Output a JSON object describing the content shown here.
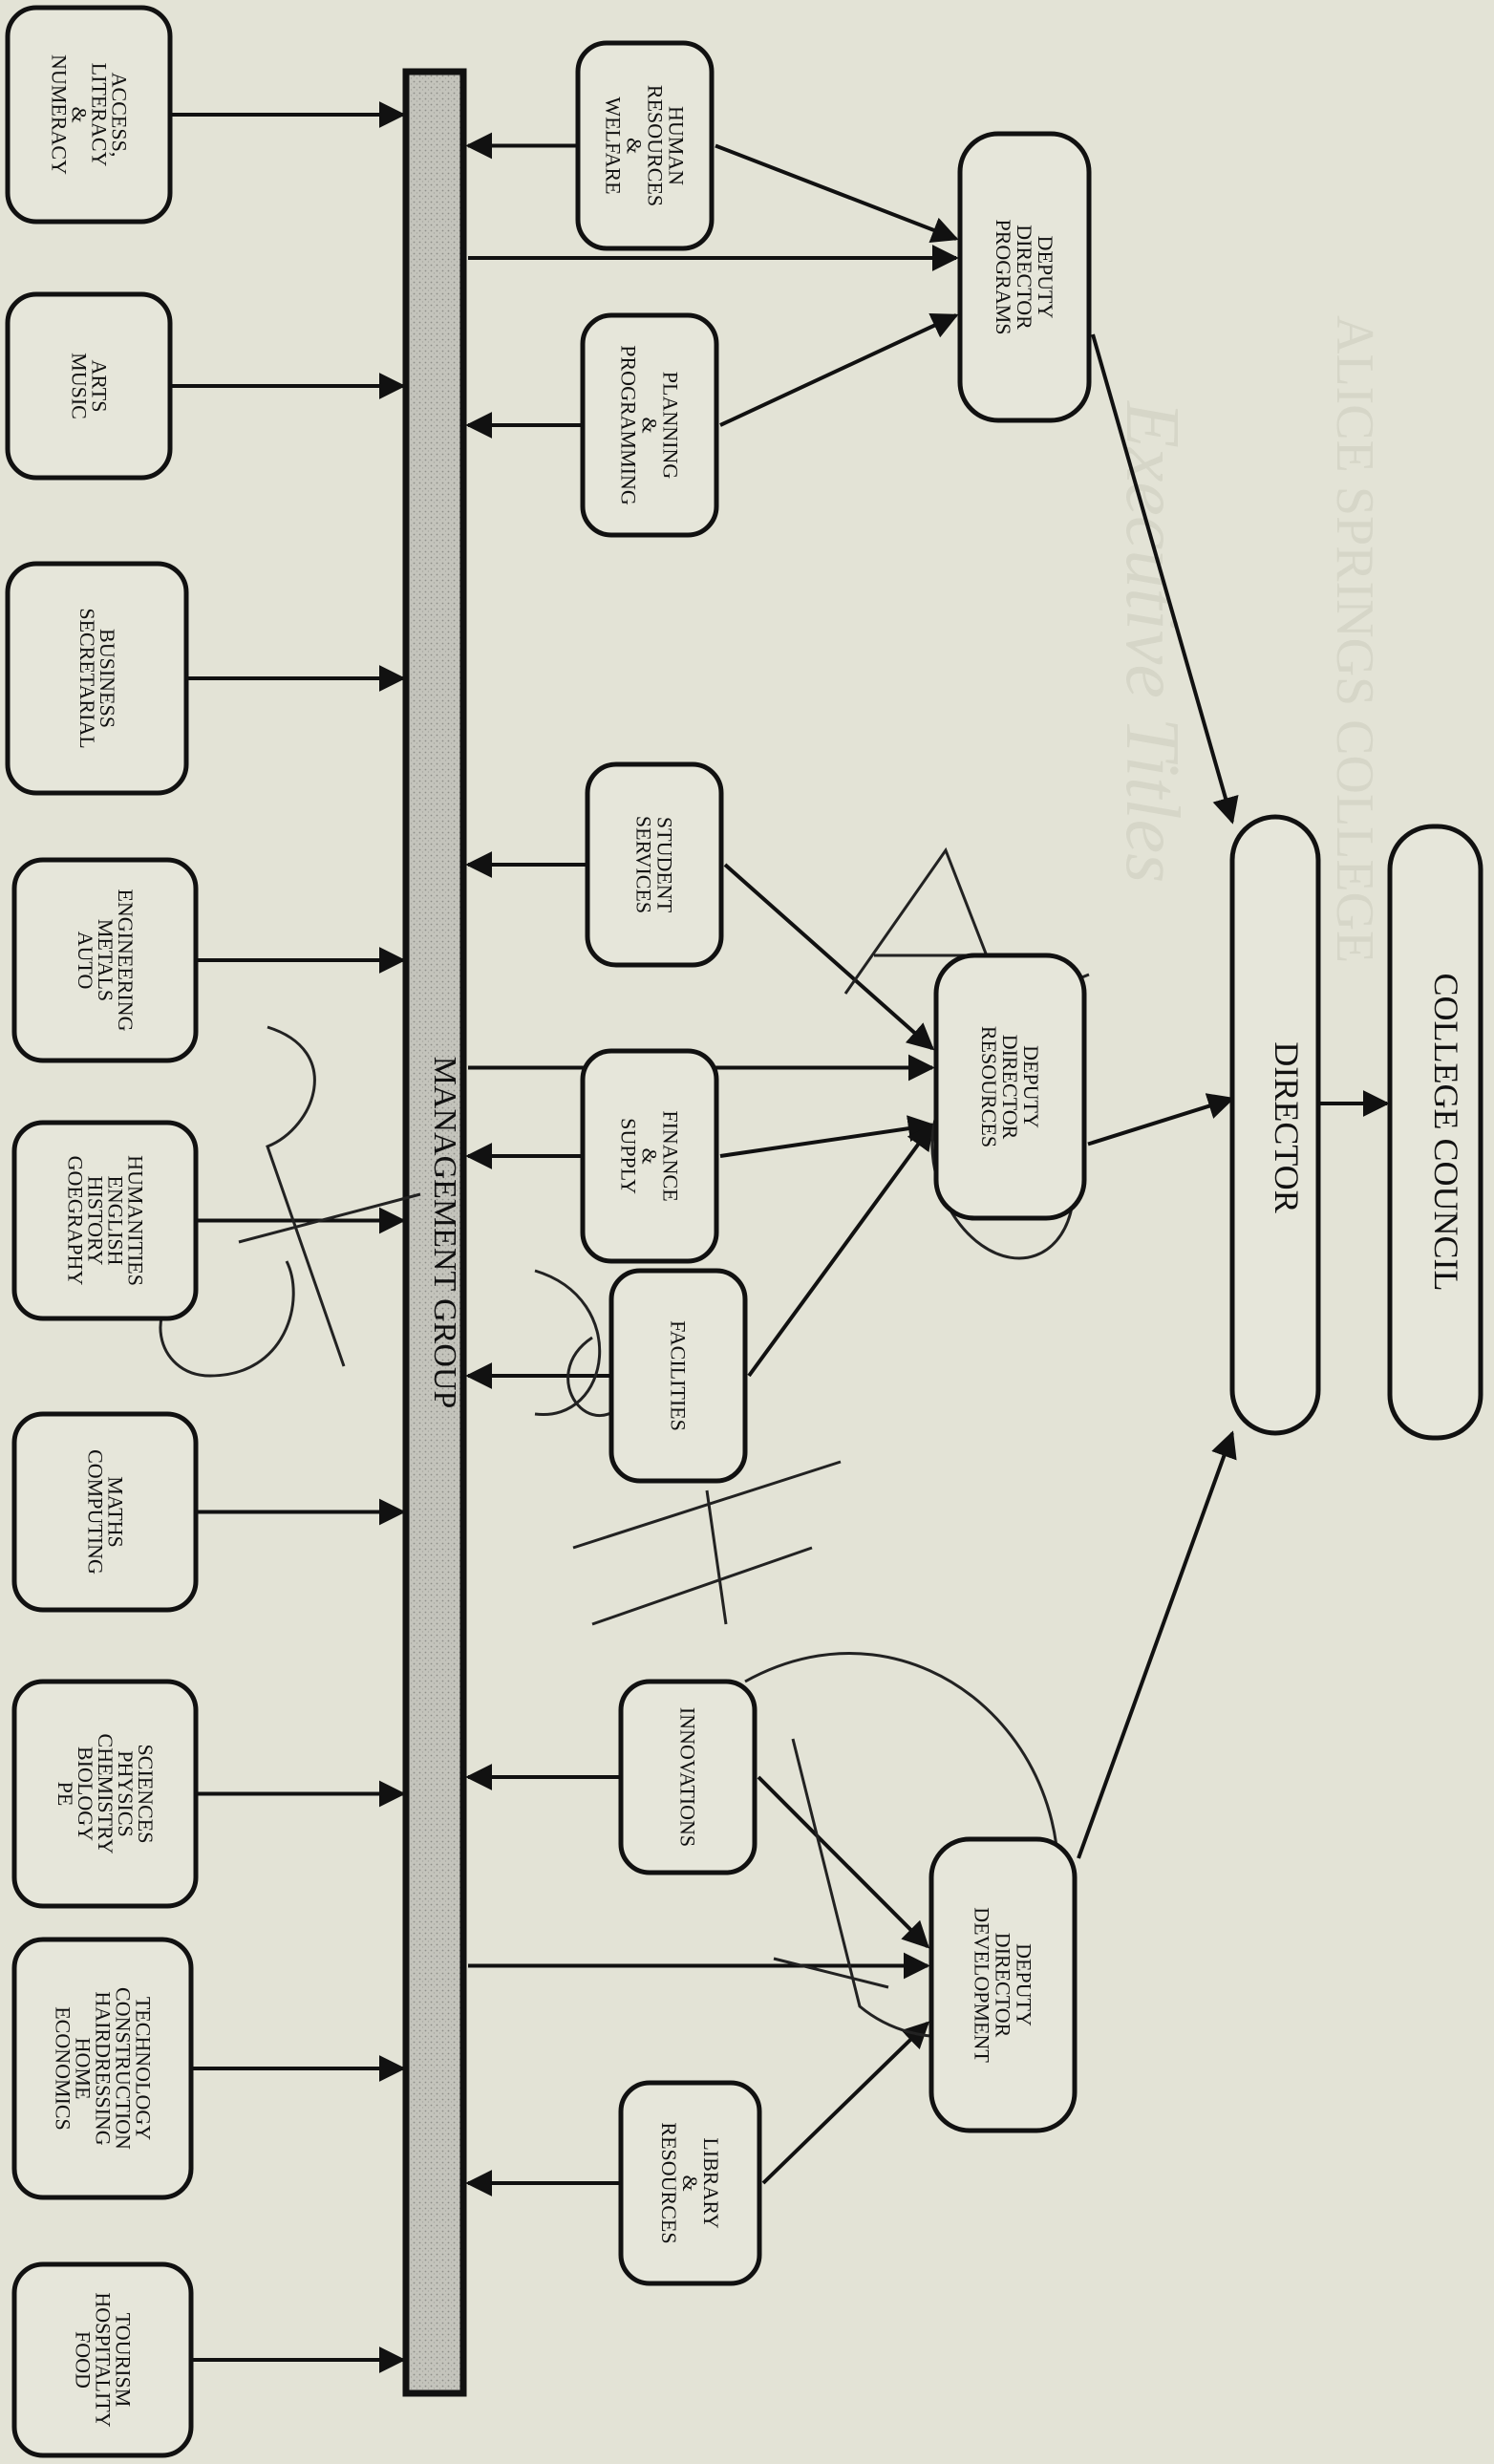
{
  "background": {
    "header_text": "ALICE SPRINGS COLLEGE",
    "subtitle_text": "Executive Titles"
  },
  "management_bar": {
    "label": "MANAGEMENT GROUP"
  },
  "college_council": {
    "label": "COLLEGE COUNCIL"
  },
  "director": {
    "label": "DIRECTOR"
  },
  "deputies": [
    {
      "key": "programs",
      "lines": [
        "DEPUTY",
        "DIRECTOR",
        "PROGRAMS"
      ]
    },
    {
      "key": "resources",
      "lines": [
        "DEPUTY",
        "DIRECTOR",
        "RESOURCES"
      ]
    },
    {
      "key": "development",
      "lines": [
        "DEPUTY",
        "DIRECTOR",
        "DEVELOPMENT"
      ]
    }
  ],
  "support_units": [
    {
      "key": "human-resources",
      "lines": [
        "HUMAN",
        "RESOURCES",
        "&",
        "WELFARE"
      ],
      "reports_to": "programs"
    },
    {
      "key": "planning",
      "lines": [
        "PLANNING",
        "&",
        "PROGRAMMING"
      ],
      "reports_to": "programs"
    },
    {
      "key": "student-services",
      "lines": [
        "STUDENT",
        "SERVICES"
      ],
      "reports_to": "resources"
    },
    {
      "key": "finance",
      "lines": [
        "FINANCE",
        "&",
        "SUPPLY"
      ],
      "reports_to": "resources"
    },
    {
      "key": "facilities",
      "lines": [
        "FACILITIES"
      ],
      "reports_to": "resources"
    },
    {
      "key": "innovations",
      "lines": [
        "INNOVATIONS"
      ],
      "reports_to": "development"
    },
    {
      "key": "library",
      "lines": [
        "LIBRARY",
        "&",
        "RESOURCES"
      ],
      "reports_to": "development"
    }
  ],
  "departments": [
    {
      "key": "access",
      "lines": [
        "ACCESS,",
        "LITERACY",
        "&",
        "NUMERACY"
      ]
    },
    {
      "key": "arts",
      "lines": [
        "ARTS",
        "MUSIC"
      ]
    },
    {
      "key": "business",
      "lines": [
        "BUSINESS",
        "SECRETARIAL"
      ]
    },
    {
      "key": "engineering",
      "lines": [
        "ENGINEERING",
        "METALS",
        "AUTO"
      ]
    },
    {
      "key": "humanities",
      "lines": [
        "HUMANITIES",
        "ENGLISH",
        "HISTORY",
        "GOEGRAPHY"
      ]
    },
    {
      "key": "maths",
      "lines": [
        "MATHS",
        "COMPUTING"
      ]
    },
    {
      "key": "sciences",
      "lines": [
        "SCIENCES",
        "PHYSICS",
        "CHEMISTRY",
        "BIOLOGY",
        "PE"
      ]
    },
    {
      "key": "technology",
      "lines": [
        "TECHNOLOGY",
        "CONSTRUCTION",
        "HAIRDRESSING",
        "HOME",
        "ECONOMICS"
      ]
    },
    {
      "key": "tourism",
      "lines": [
        "TOURISM",
        "HOSPITALITY",
        "FOOD"
      ]
    }
  ]
}
